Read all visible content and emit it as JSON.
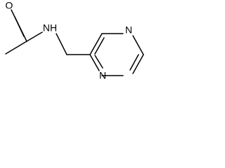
{
  "structure": {
    "atoms": {
      "oxygen": "O",
      "amide_nitrogen": "NH",
      "ring_nitrogen_top": "N",
      "ring_nitrogen_bottom": "N"
    }
  },
  "colors": {
    "bond": "#000000",
    "label": "#000000",
    "background": "#ffffff"
  }
}
